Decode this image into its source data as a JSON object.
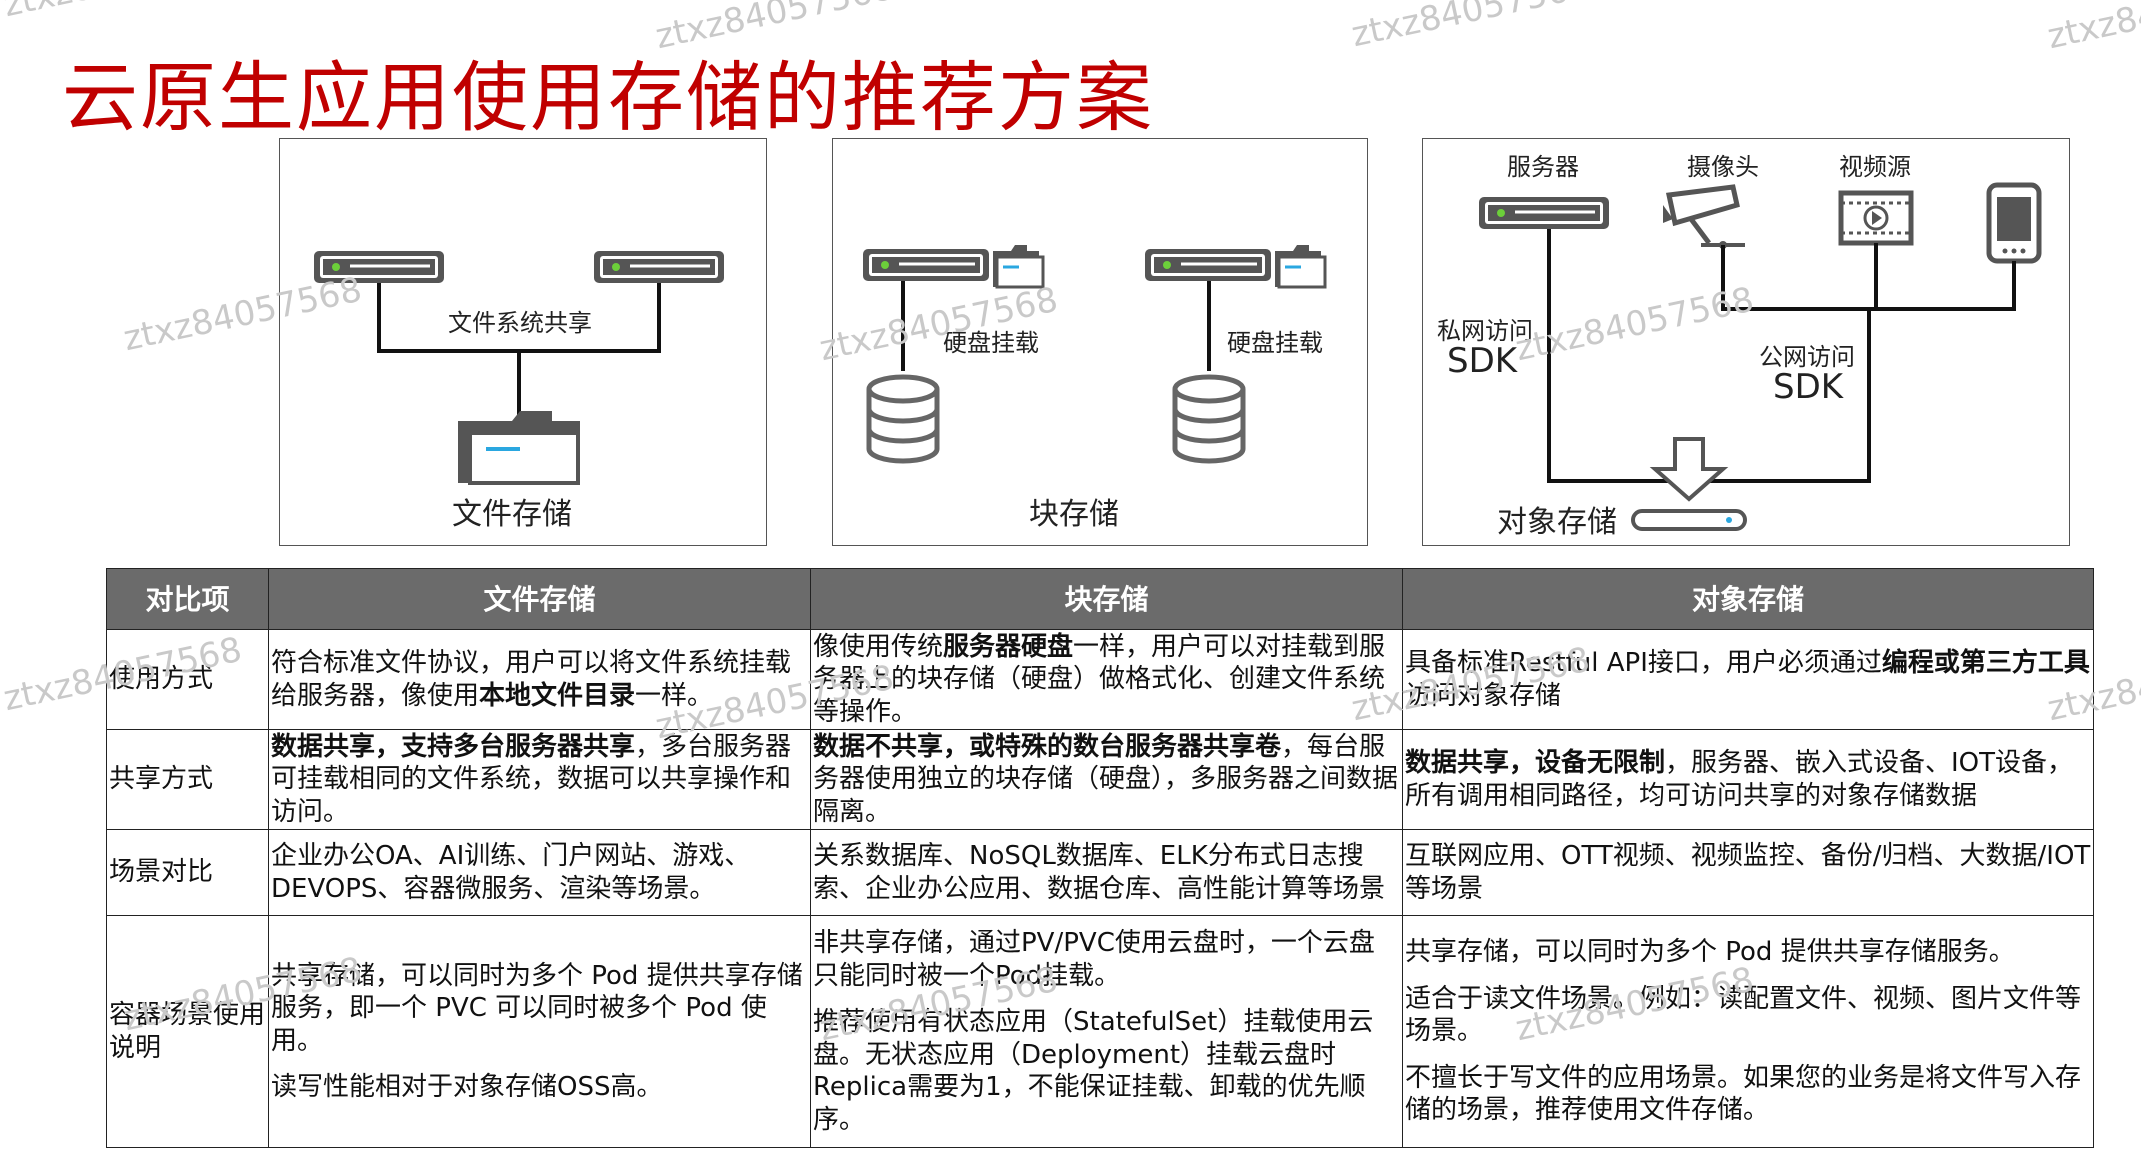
{
  "title": "云原生应用使用存储的推荐方案",
  "watermark": "ztxz84057568",
  "diagrams": {
    "file": {
      "share_label": "文件系统共享",
      "caption": "文件存储"
    },
    "block": {
      "mount_label_1": "硬盘挂载",
      "mount_label_2": "硬盘挂载",
      "caption": "块存储"
    },
    "object": {
      "server_label": "服务器",
      "camera_label": "摄像头",
      "video_label": "视频源",
      "private_access": "私网访问",
      "private_sdk": "SDK",
      "public_access": "公网访问",
      "public_sdk": "SDK",
      "caption": "对象存储"
    }
  },
  "table": {
    "headers": [
      "对比项",
      "文件存储",
      "块存储",
      "对象存储"
    ],
    "rows": {
      "usage": {
        "label": "使用方式",
        "file": [
          "符合标准文件协议，用户可以将文件系统挂载给服务器，像使用",
          "本地文件目录",
          "一样。"
        ],
        "block": [
          "像使用传统",
          "服务器硬盘",
          "一样，用户可以对挂载到服务器上的块存储（硬盘）做格式化、创建文件系统等操作。"
        ],
        "object": [
          "具备标准Restful API接口，用户必须通过",
          "编程或第三方工具",
          "访问对象存储"
        ]
      },
      "sharing": {
        "label": "共享方式",
        "file": [
          "数据共享，支持多台服务器共享",
          "，多台服务器可挂载相同的文件系统，数据可以共享操作和访问。"
        ],
        "block": [
          "数据不共享，或特殊的数台服务器共享卷",
          "，每台服务器使用独立的块存储（硬盘），多服务器之间数据隔离。"
        ],
        "object": [
          "数据共享，设备无限制",
          "，服务器、嵌入式设备、IOT设备，所有调用相同路径，均可访问共享的对象存储数据"
        ]
      },
      "scenario": {
        "label": "场景对比",
        "file": "企业办公OA、AI训练、门户网站、游戏、DEVOPS、容器微服务、渲染等场景。",
        "block": "关系数据库、NoSQL数据库、ELK分布式日志搜索、企业办公应用、数据仓库、高性能计算等场景",
        "object": "互联网应用、OTT视频、视频监控、备份/归档、大数据/IOT等场景"
      },
      "container": {
        "label": "容器场景使用说明",
        "file": [
          "共享存储，可以同时为多个 Pod 提供共享存储服务，即一个 PVC 可以同时被多个 Pod 使用。",
          "读写性能相对于对象存储OSS高。"
        ],
        "block": [
          "非共享存储，通过PV/PVC使用云盘时，一个云盘只能同时被一个Pod挂载。",
          "推荐使用有状态应用（StatefulSet）挂载使用云盘。无状态应用（Deployment）挂载云盘时Replica需要为1，不能保证挂载、卸载的优先顺序。"
        ],
        "object": [
          "共享存储，可以同时为多个 Pod 提供共享存储服务。",
          "适合于读文件场景。例如：读配置文件、视频、图片文件等场景。",
          "不擅长于写文件的应用场景。如果您的业务是将文件写入存储的场景，推荐使用文件存储。"
        ]
      }
    }
  }
}
